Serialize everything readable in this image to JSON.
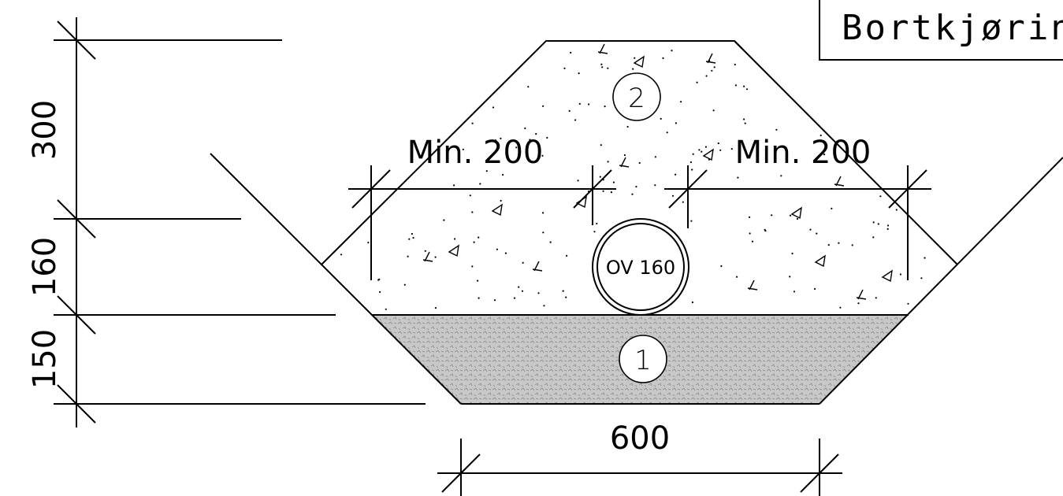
{
  "title_box": {
    "text": "Bortkjøring:"
  },
  "dimensions": {
    "vertical": [
      "300",
      "160",
      "150"
    ],
    "bottom_width": "600",
    "left_clearance": "Min. 200",
    "right_clearance": "Min. 200"
  },
  "pipe": {
    "label": "OV 160"
  },
  "markers": {
    "bedding": "1",
    "backfill": "2"
  },
  "colors": {
    "line": "#000000",
    "bedding_fill": "#c8c8c8",
    "background": "#ffffff"
  }
}
